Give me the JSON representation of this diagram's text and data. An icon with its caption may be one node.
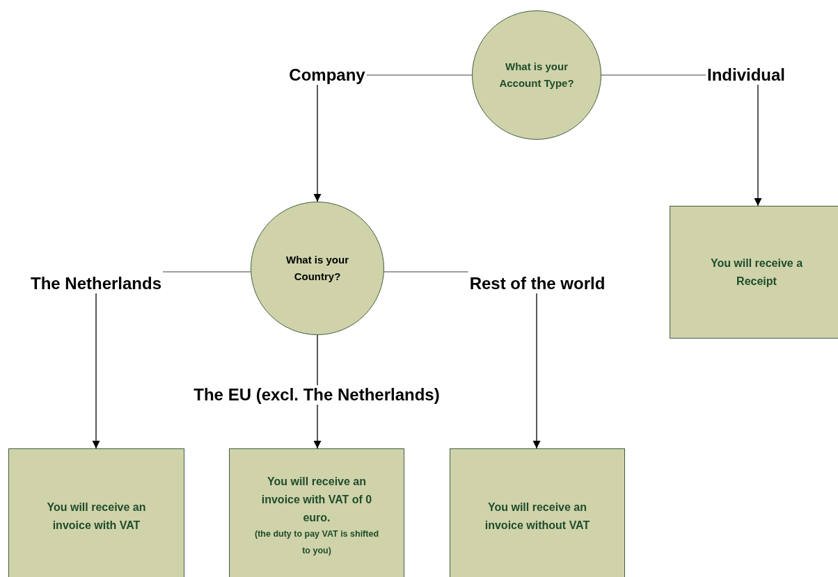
{
  "diagram": {
    "nodes": [
      {
        "text": [
          "What is your Account Type?"
        ]
      },
      {
        "text": [
          "Company"
        ]
      },
      {
        "text": [
          "Individual"
        ]
      },
      {
        "text": [
          "What is your Country?"
        ]
      },
      {
        "text": [
          "The Netherlands"
        ]
      },
      {
        "text": [
          "Rest of the world"
        ]
      },
      {
        "text": [
          "The EU (excl. The Netherlands)"
        ]
      },
      {
        "text": [
          "You will receive a Receipt"
        ]
      },
      {
        "text": [
          "You will receive an invoice with VAT"
        ]
      },
      {
        "text": [
          "You will receive an invoice with VAT of 0 euro.",
          "(the duty to pay VAT is shifted to you)"
        ]
      },
      {
        "text": [
          "You will receive an invoice without VAT"
        ]
      }
    ],
    "edges": [
      {
        "from": 0,
        "to": 1,
        "arrow": "none",
        "color": "#7f7f7f"
      },
      {
        "from": 0,
        "to": 2,
        "arrow": "none",
        "color": "#7f7f7f"
      },
      {
        "from": 1,
        "to": 3,
        "arrow": "to"
      },
      {
        "from": 2,
        "to": 7,
        "arrow": "to"
      },
      {
        "from": 3,
        "to": 4,
        "arrow": "none",
        "color": "#7f7f7f"
      },
      {
        "from": 3,
        "to": 5,
        "arrow": "none",
        "color": "#7f7f7f"
      },
      {
        "from": 3,
        "to": 6,
        "arrow": "none"
      },
      {
        "from": 4,
        "to": 8,
        "arrow": "to"
      },
      {
        "from": 6,
        "to": 9,
        "arrow": "to"
      },
      {
        "from": 5,
        "to": 10,
        "arrow": "to"
      }
    ]
  }
}
